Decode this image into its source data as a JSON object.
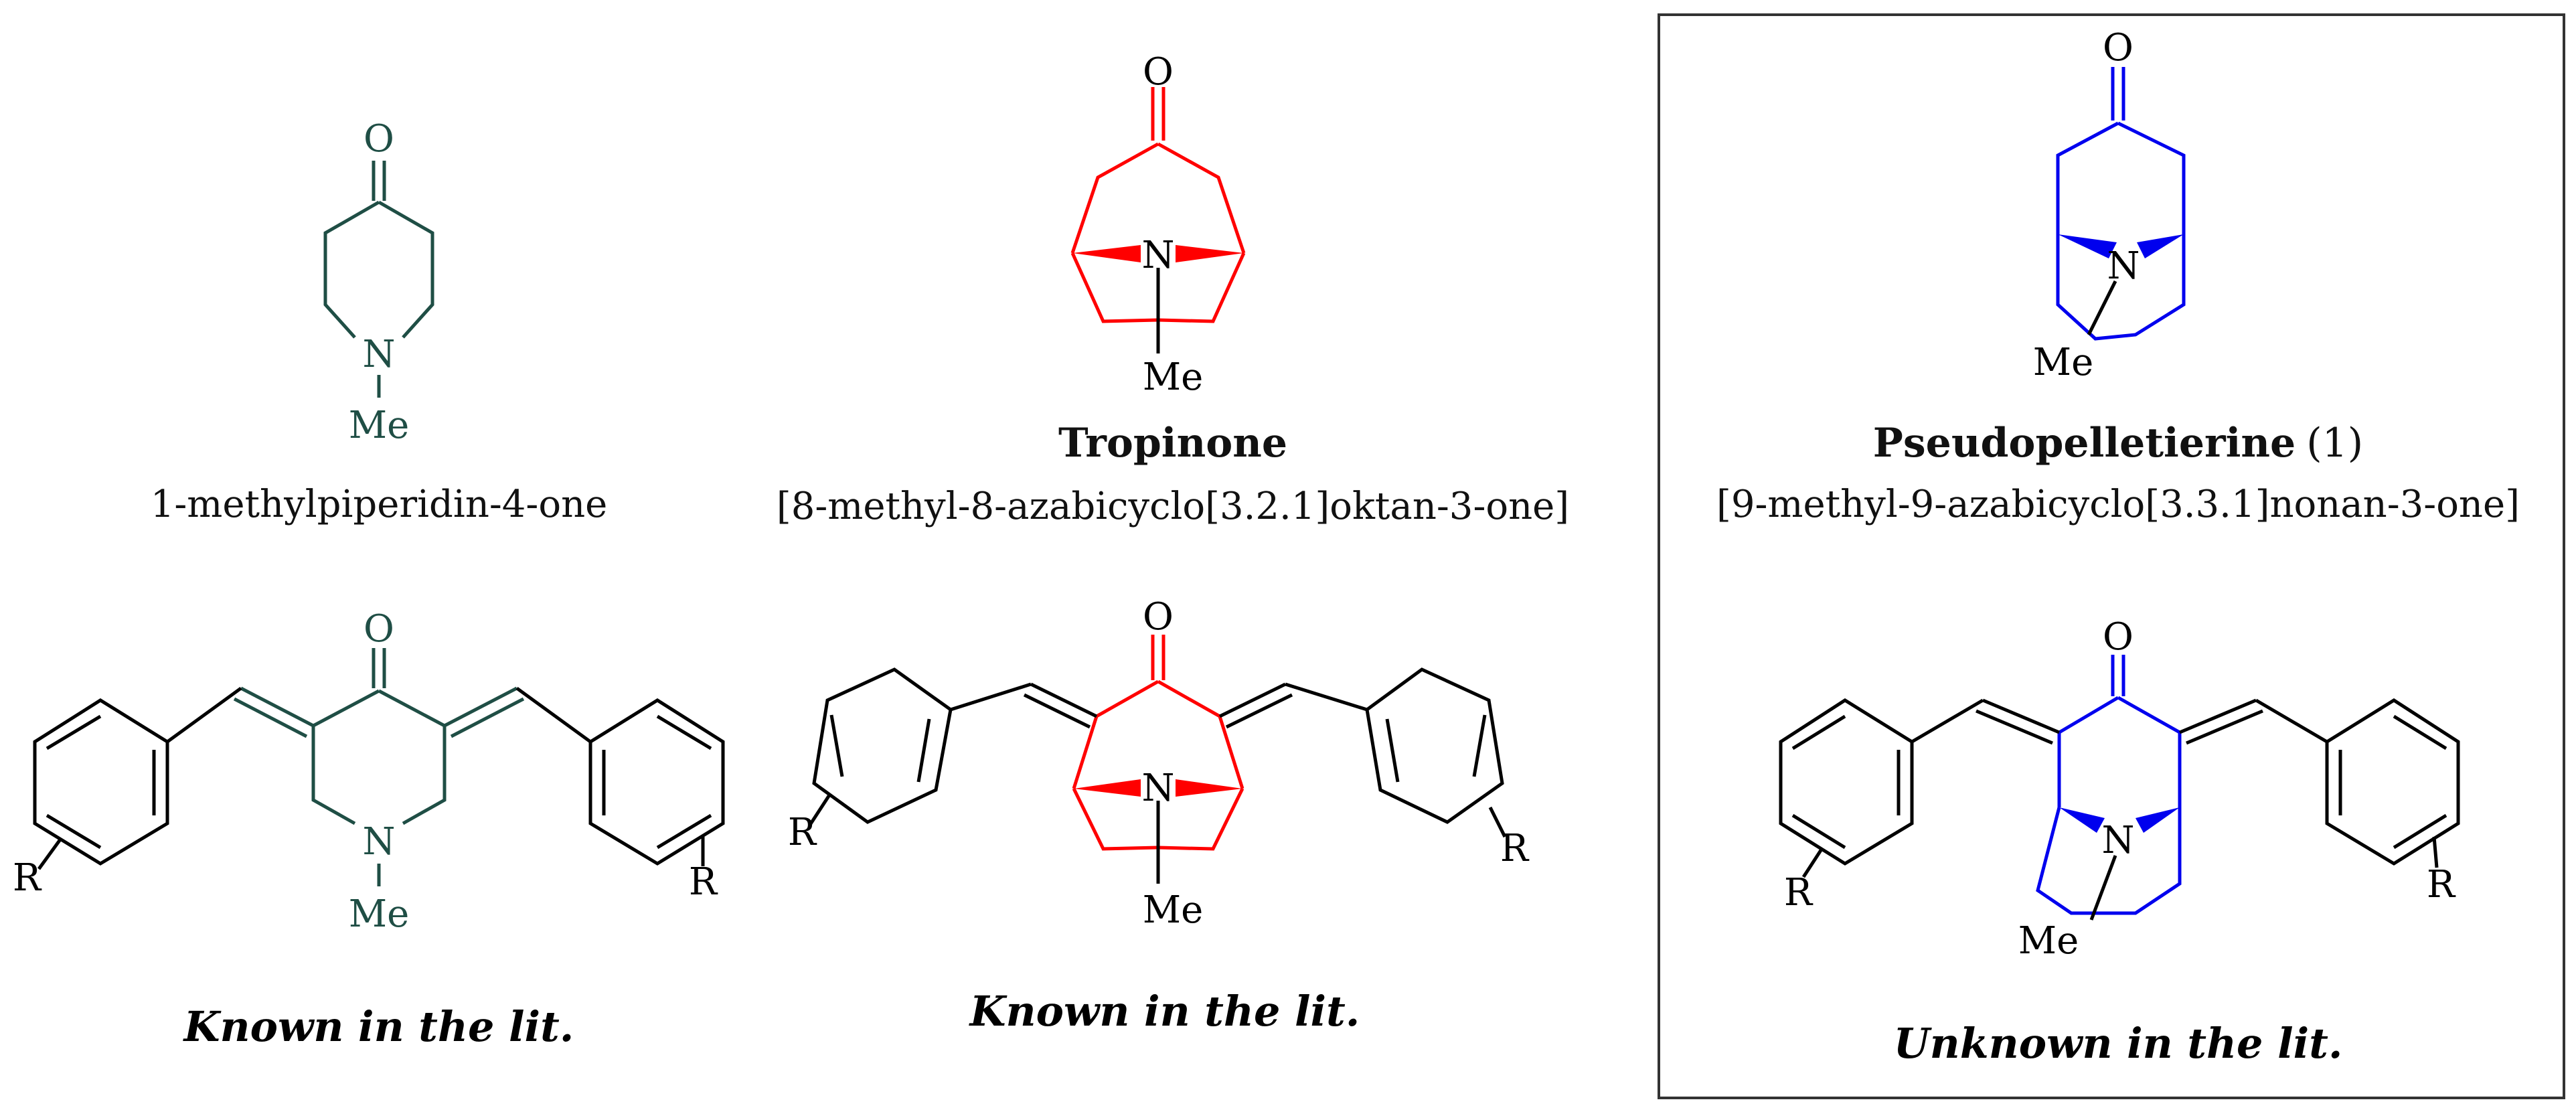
{
  "molecules": {
    "piperidinone": {
      "atom_o": "O",
      "atom_n": "N",
      "atom_me": "Me",
      "name": "1-methylpiperidin-4-one",
      "color": "#1f4e45"
    },
    "tropinone": {
      "atom_o": "O",
      "atom_n": "N",
      "atom_me": "Me",
      "title": "Tropinone",
      "name": "[8-methyl-8-azabicyclo[3.2.1]oktan-3-one]",
      "color": "#ff0000"
    },
    "pseudopelletierine": {
      "atom_o": "O",
      "atom_n": "N",
      "atom_me": "Me",
      "title": "Pseudopelletierine",
      "title_suffix": "(1)",
      "name": "[9-methyl-9-azabicyclo[3.3.1]nonan-3-one]",
      "color": "#0000ee"
    }
  },
  "derivatives": {
    "piperidinone": {
      "atom_o": "O",
      "atom_n": "N",
      "atom_me": "Me",
      "r_left": "R",
      "r_right": "R",
      "caption": "Known in the lit."
    },
    "tropinone": {
      "atom_o": "O",
      "atom_n": "N",
      "atom_me": "Me",
      "r_left": "R",
      "r_right": "R",
      "caption": "Known in the lit."
    },
    "pseudopelletierine": {
      "atom_o": "O",
      "atom_n": "N",
      "atom_me": "Me",
      "r_left": "R",
      "r_right": "R",
      "caption": "Unknown in the lit."
    }
  },
  "colors": {
    "bond_black": "#000000",
    "frame": "#333333"
  }
}
